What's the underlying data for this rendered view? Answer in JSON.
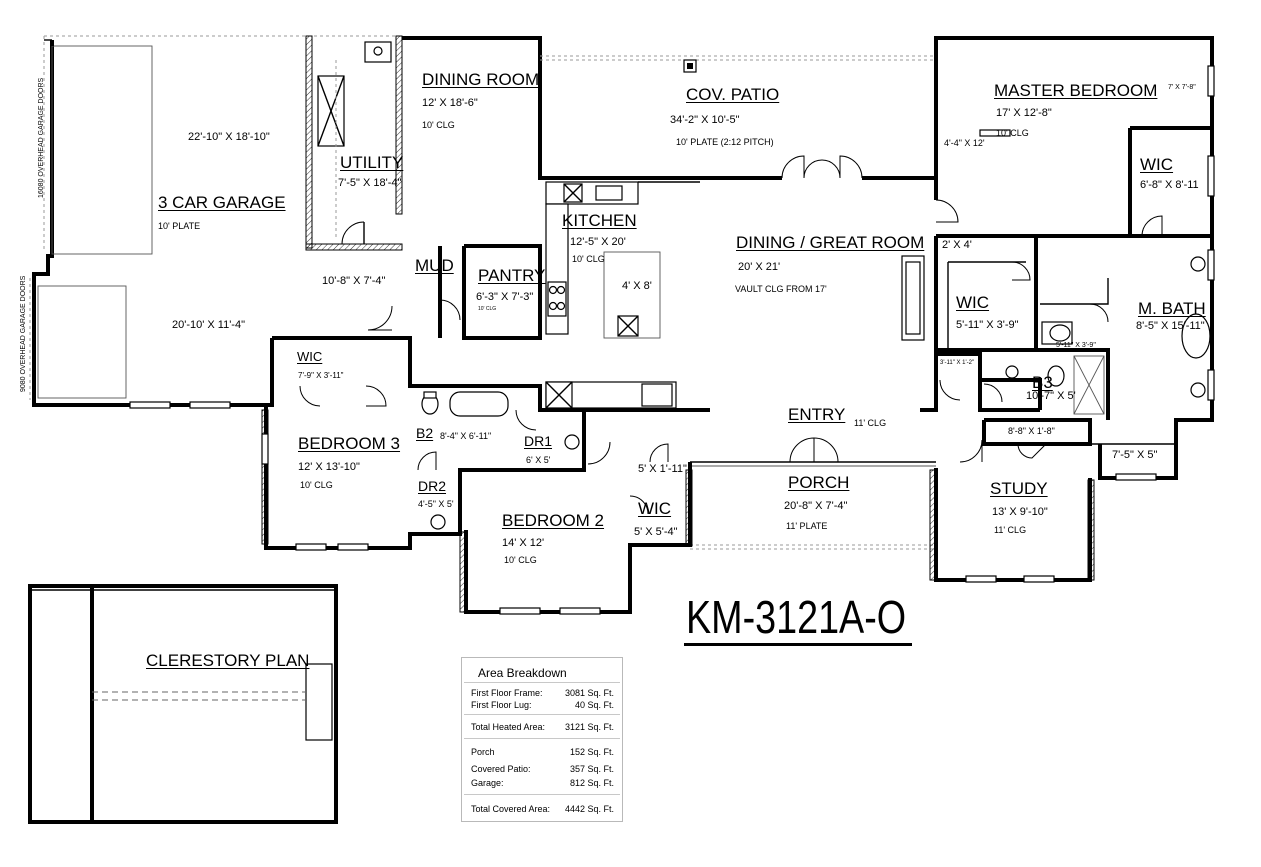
{
  "plan_id": "KM-3121A-O",
  "rooms": {
    "garage": {
      "name": "3 CAR GARAGE",
      "dim": "22'-10\" X 18'-10\"",
      "note": "10' PLATE",
      "dim2": "20'-10' X 11'-4\""
    },
    "garage_doors": {
      "top": "16080 OVERHEAD GARAGE DOORS",
      "bottom": "9080 OVERHEAD GARAGE DOORS"
    },
    "utility": {
      "name": "UTILITY",
      "dim": "7'-5\" X 18'-4\""
    },
    "dining": {
      "name": "DINING ROOM",
      "dim": "12' X 18'-6\"",
      "note": "10' CLG"
    },
    "patio": {
      "name": "COV. PATIO",
      "dim": "34'-2\" X 10'-5\"",
      "note": "10' PLATE (2:12 PITCH)"
    },
    "master": {
      "name": "MASTER BEDROOM",
      "dim": "17' X 12'-8\"",
      "note": "10' CLG",
      "closet": "7' X 7'-8\""
    },
    "hall_closet": "4'-4\" X 12'",
    "wic_master": {
      "name": "WIC",
      "dim": "6'-8\" X 8'-11"
    },
    "kitchen": {
      "name": "KITCHEN",
      "dim": "12'-5\" X 20'",
      "note": "10' CLG",
      "island": "4' X 8'"
    },
    "great": {
      "name": "DINING / GREAT ROOM",
      "dim": "20' X 21'",
      "note": "VAULT CLG FROM 17'"
    },
    "small_closet": "2' X 4'",
    "mud": {
      "name": "MUD",
      "dim": "10'-8\" X 7'-4\""
    },
    "pantry": {
      "name": "PANTRY",
      "dim": "6'-3\" X 7'-3\"",
      "note": "10' CLG"
    },
    "wic_bath": {
      "name": "WIC",
      "dim": "5'-11\" X 3'-9\""
    },
    "mbath": {
      "name": "M. BATH",
      "dim": "8'-5\" X 15'-11\"",
      "wc": "5'-11\" X 3'-9\""
    },
    "wic_b3": {
      "name": "WIC",
      "dim": "7'-9\" X 3'-11\""
    },
    "b3": {
      "name": "B3",
      "dim": "10'-7\" X 5'",
      "closet": "3'-11\" X 1'-2\""
    },
    "entry": {
      "name": "ENTRY",
      "note": "11' CLG"
    },
    "bedroom3": {
      "name": "BEDROOM 3",
      "dim": "12' X 13'-10\"",
      "note": "10' CLG"
    },
    "b2": {
      "name": "B2",
      "dim": "8'-4\" X 6'-11\""
    },
    "dr1": {
      "name": "DR1",
      "dim": "6' X 5'"
    },
    "dr2": {
      "name": "DR2",
      "dim": "4'-5\" X 5'"
    },
    "linen": "5' X 1'-11\"",
    "study_closet": "8'-8\" X 1'-8\"",
    "side_closet": "7'-5\" X 5\"",
    "bedroom2": {
      "name": "BEDROOM 2",
      "dim": "14' X 12'",
      "note": "10' CLG"
    },
    "wic_br2": {
      "name": "WIC",
      "dim": "5' X 5'-4\""
    },
    "porch": {
      "name": "PORCH",
      "dim": "20'-8\" X 7'-4\"",
      "note": "11' PLATE"
    },
    "study": {
      "name": "STUDY",
      "dim": "13' X 9'-10\"",
      "note": "11' CLG"
    },
    "clerestory": {
      "name": "CLERESTORY PLAN"
    }
  },
  "area_breakdown": {
    "title": "Area Breakdown",
    "rows": [
      {
        "label": "First Floor Frame:",
        "value": "3081 Sq. Ft."
      },
      {
        "label": "First Floor Lug:",
        "value": "40 Sq. Ft."
      },
      {
        "label": "Total Heated Area:",
        "value": "3121 Sq. Ft."
      },
      {
        "label": "Porch",
        "value": "152 Sq. Ft."
      },
      {
        "label": "Covered Patio:",
        "value": "357 Sq. Ft."
      },
      {
        "label": "Garage:",
        "value": "812 Sq. Ft."
      },
      {
        "label": "Total Covered Area:",
        "value": "4442 Sq. Ft."
      }
    ]
  }
}
